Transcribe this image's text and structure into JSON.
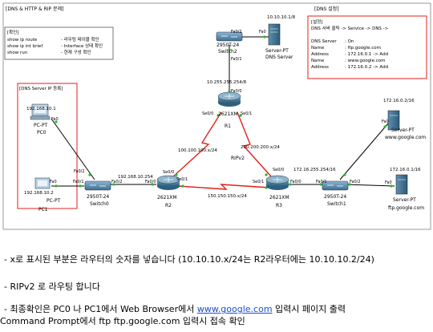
{
  "diagram": {
    "title": "[DNS & HTTP & RIP 문제]",
    "verify_box": {
      "title": "[확인]",
      "rows": [
        {
          "cmd": "show ip route",
          "desc": "- 라우팅 테이블 확인"
        },
        {
          "cmd": "show ip int brief",
          "desc": "- Interface 상태 확인"
        },
        {
          "cmd": "show run",
          "desc": "- 현재 구성 확인"
        }
      ]
    },
    "dns_config_box": {
      "tab": "[DNS 설정]",
      "title": "[설정]",
      "path": "DNS 서버 클릭 -> Service -> DNS ->",
      "rows": [
        {
          "k": "DNS Server",
          "v": ": On"
        },
        {
          "k": "Name",
          "v": ": ftp.google.com"
        },
        {
          "k": "Address",
          "v": ": 172.16.0.1  -> Add"
        },
        {
          "k": "Name",
          "v": ": www.google.com"
        },
        {
          "k": "Address",
          "v": ": 172.16.0.2  -> Add"
        }
      ]
    },
    "dns_server_area_title": "[DNS Server IP 등록]",
    "devices": {
      "switch_top": {
        "model": "2950T-24",
        "name": "Switch2"
      },
      "dns_server": {
        "model": "Server-PT",
        "name": "DNS Server",
        "ip": "10.10.10.1/8"
      },
      "r1": {
        "model": "2621XM",
        "name": "R1"
      },
      "r2": {
        "model": "2621XM",
        "name": "R2"
      },
      "r3": {
        "model": "2621XM",
        "name": "R3"
      },
      "pc0": {
        "model": "PC-PT",
        "name": "PC0",
        "ip": "192.168.10.1"
      },
      "pc1": {
        "model": "PC-PT",
        "name": "PC1",
        "ip": "192.168.10.2"
      },
      "switch0": {
        "model": "2950T-24",
        "name": "Switch0"
      },
      "switch1": {
        "model": "2950T-24",
        "name": "Switch1"
      },
      "www_server": {
        "model": "Server-PT",
        "name": "Server-PT",
        "label": "www.google.com",
        "ip": "172.16.0.2/16"
      },
      "ftp_server": {
        "model": "Server-PT",
        "name": "Server-PT",
        "label": "ftp.google.com",
        "ip": "172.16.0.1/16"
      }
    },
    "networks": {
      "top": "10.255.255.254/8",
      "r1_r2": "100.100.100.x/24",
      "r1_r3": "200.200.200.x/24",
      "r2_r3": "150.150.150.x/24",
      "lan_left": "192.168.10.254",
      "lan_right": "172.16.255.254/16",
      "protocol": "RIPv2"
    },
    "ports": {
      "fa0": "Fa0",
      "fa02": "Fa0/2",
      "fa01": "Fa0/1",
      "fa00": "Fa0/0",
      "se00": "Se0/0",
      "se01": "Se0/1"
    }
  },
  "notes": {
    "line1": "- x로 표시된 부분은 라우터의 숫자를 넣습니다 (10.10.10.x/24는 R2라우터에는 10.10.10.2/24)",
    "line2": "- RIPv2 로 라우팅 합니다",
    "line3_a": "- 최종확인은 PC0 나 PC1에서  Web Browser에서 ",
    "line3_link": "www.google.com",
    "line3_b": " 입력시 페이지 출력",
    "line4": "Command Prompt에서 ftp ftp.google.com 입력시 접속 확인"
  },
  "colors": {
    "cable": "#000000",
    "serial": "#e0201a",
    "port_dot": "#22bb22",
    "dns_box_border": "#e0201a",
    "router": "#3a6d8c",
    "switch": "#4e7fa6"
  }
}
